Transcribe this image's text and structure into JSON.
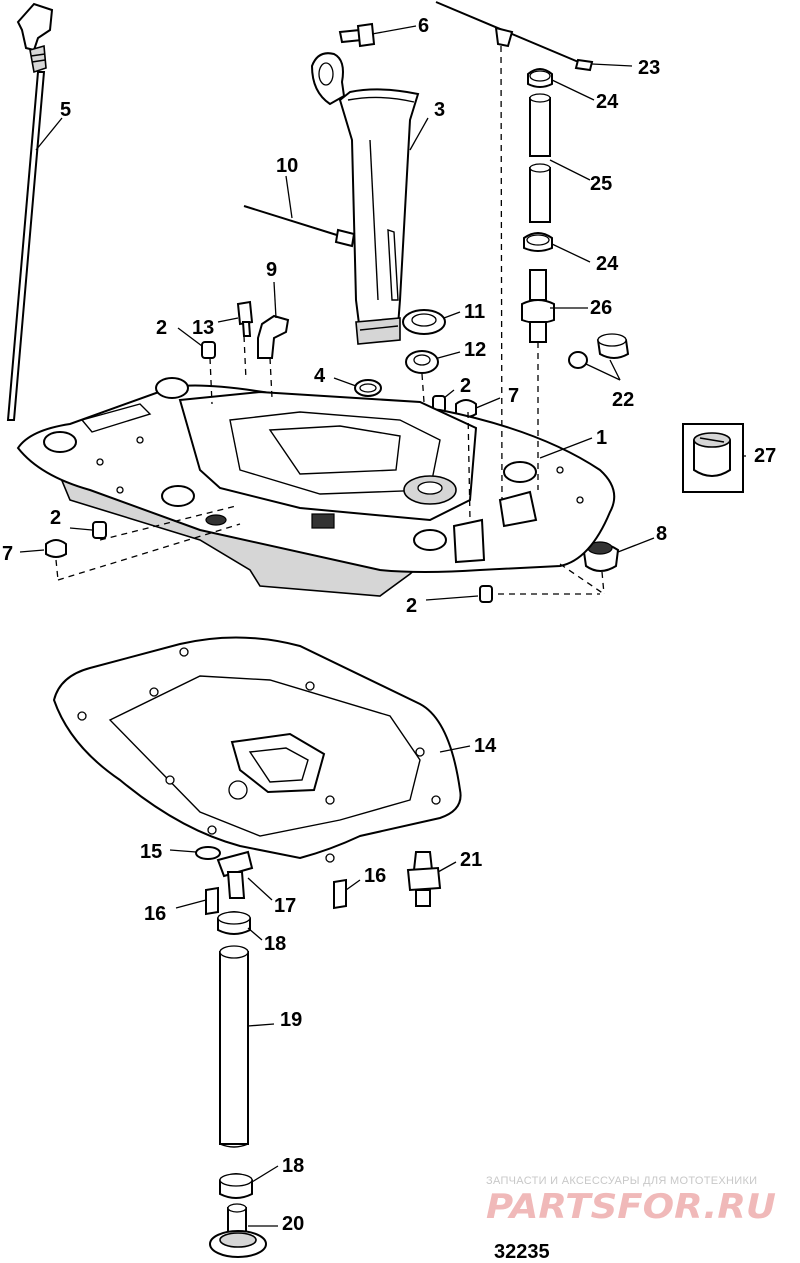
{
  "diagram": {
    "figure_number": "32235",
    "callouts": {
      "c1": "1",
      "c2a": "2",
      "c2b": "2",
      "c2c": "2",
      "c2d": "2",
      "c3": "3",
      "c4": "4",
      "c5": "5",
      "c6": "6",
      "c7a": "7",
      "c7b": "7",
      "c8": "8",
      "c9": "9",
      "c10": "10",
      "c11": "11",
      "c12": "12",
      "c13": "13",
      "c14": "14",
      "c15": "15",
      "c16a": "16",
      "c16b": "16",
      "c17": "17",
      "c18a": "18",
      "c18b": "18",
      "c19": "19",
      "c20": "20",
      "c21": "21",
      "c22": "22",
      "c23": "23",
      "c24a": "24",
      "c24b": "24",
      "c25": "25",
      "c26": "26",
      "c27": "27"
    }
  },
  "watermark": {
    "tagline": "ЗАПЧАСТИ И АКСЕССУАРЫ ДЛЯ МОТОТЕХНИКИ",
    "logo": "PARTSFOR.RU"
  }
}
